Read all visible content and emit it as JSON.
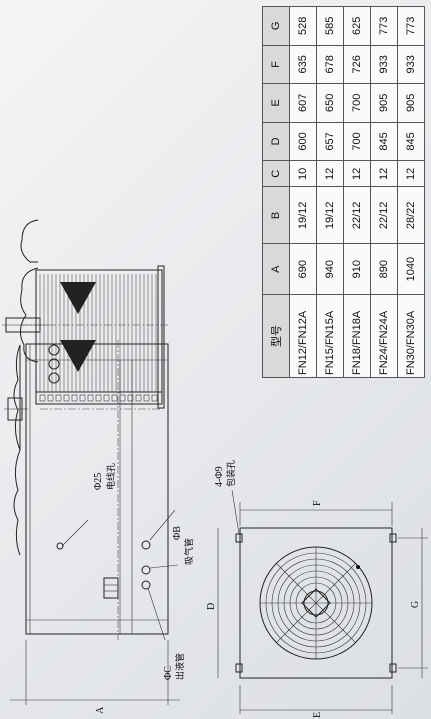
{
  "table": {
    "headers": [
      "型号",
      "A",
      "B",
      "C",
      "D",
      "E",
      "F",
      "G"
    ],
    "rows": [
      [
        "FN12/FN12A",
        "690",
        "19/12",
        "10",
        "600",
        "607",
        "635",
        "528"
      ],
      [
        "FN15/FN15A",
        "940",
        "19/12",
        "12",
        "657",
        "650",
        "678",
        "585"
      ],
      [
        "FN18/FN18A",
        "910",
        "22/12",
        "12",
        "700",
        "700",
        "726",
        "625"
      ],
      [
        "FN24/FN24A",
        "890",
        "22/12",
        "12",
        "845",
        "905",
        "933",
        "773"
      ],
      [
        "FN30/FN30A",
        "1040",
        "28/22",
        "12",
        "845",
        "905",
        "933",
        "773"
      ]
    ]
  },
  "labels": {
    "phi25": "Φ25",
    "wire_hole": "电线孔",
    "phiB": "ΦB",
    "suction_pipe": "吸气管",
    "phiC": "ΦC",
    "liquid_pipe": "出液管",
    "holes": "4-Φ9",
    "mount_hole": "包装孔",
    "dim_A": "A",
    "dim_D": "D",
    "dim_E": "E",
    "dim_F": "F",
    "dim_G": "G"
  }
}
